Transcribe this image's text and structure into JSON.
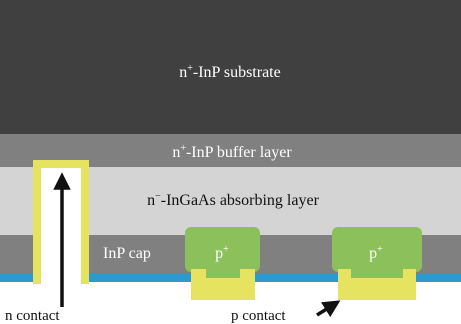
{
  "layers": {
    "substrate": {
      "label_main": "-InP substrate",
      "label_prefix": "n",
      "label_sup": "+"
    },
    "buffer": {
      "label_main": "-InP buffer layer",
      "label_prefix": "n",
      "label_sup": "+"
    },
    "absorber": {
      "label_main": "-InGaAs absorbing layer",
      "label_prefix": "n",
      "label_sup": "−"
    },
    "cap": {
      "label": "InP cap"
    }
  },
  "p_regions": [
    {
      "label_prefix": "p",
      "label_sup": "+"
    },
    {
      "label_prefix": "p",
      "label_sup": "+"
    }
  ],
  "captions": {
    "n_contact": "n contact",
    "p_contact": "p contact"
  },
  "colors": {
    "substrate": "#404040",
    "buffer": "#808080",
    "absorber": "#d4d4d4",
    "cap": "#808080",
    "p_region": "#8cc05a",
    "passivation": "#2f98cc",
    "metal": "#e6e360",
    "n_well": "#ffffff",
    "arrow": "#111111"
  }
}
